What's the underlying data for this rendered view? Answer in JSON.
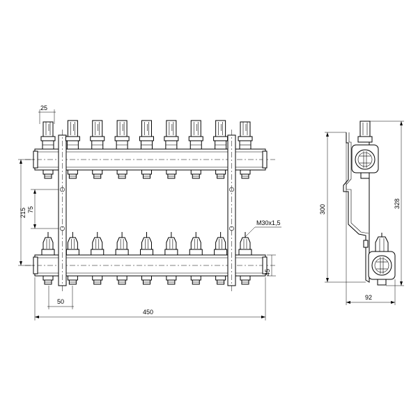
{
  "dimensions": {
    "thread_spacing": "25",
    "height_between_axes": "215",
    "inner_offset": "75",
    "thread_size": "M30x1,5",
    "pipe_offset": "45",
    "outlet_pitch": "50",
    "total_length": "450",
    "side_height_inner": "300",
    "side_height_total": "328",
    "side_depth": "92"
  },
  "manifold": {
    "outlet_count": 8
  }
}
